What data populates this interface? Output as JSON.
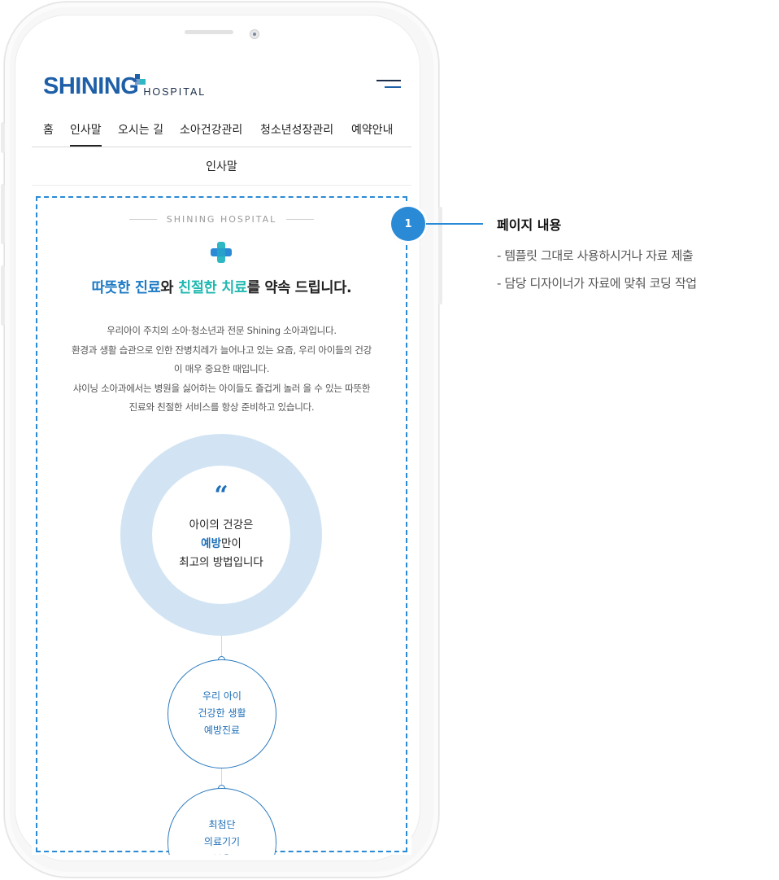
{
  "brand": {
    "name": "SHINING",
    "sub": "HOSPITAL",
    "primary_color": "#1e5fa8",
    "accent_color": "#2fb7c3"
  },
  "header": {
    "menu_icon": "hamburger-menu-icon"
  },
  "nav": {
    "tabs": [
      {
        "label": "홈"
      },
      {
        "label": "인사말",
        "active": true
      },
      {
        "label": "오시는 길"
      },
      {
        "label": "소아건강관리"
      },
      {
        "label": "청소년성장관리"
      },
      {
        "label": "예약안내"
      }
    ]
  },
  "page": {
    "subtitle": "인사말"
  },
  "content": {
    "eyebrow": "SHINING HOSPITAL",
    "cross_icon": "medical-cross-icon",
    "headline": {
      "part1": "따뜻한 진료",
      "part2": "와 ",
      "part3": "친절한 치료",
      "part4": "를 약속 드립니다."
    },
    "intro_lines": [
      "우리아이 주치의 소아·청소년과 전문 Shining 소아과입니다.",
      "환경과 생활 습관으로 인한 잔병치레가 늘어나고 있는 요즘, 우리 아이들의 건강",
      "이 매우 중요한 때입니다.",
      "샤이닝 소아과에서는 병원을 싫어하는 아이들도 즐겁게 놀러 올 수 있는 따뜻한",
      "진료와 친절한 서비스를 항상 준비하고 있습니다."
    ],
    "quote_mark": "“",
    "ring": {
      "line1": "아이의 건강은",
      "line2_accent": "예방",
      "line2_rest": "만이",
      "line3": "최고의 방법입니다"
    },
    "bubbles": [
      {
        "lines": [
          "우리 아이",
          "건강한 생활",
          "예방진료"
        ]
      },
      {
        "lines": [
          "최첨단",
          "의료기기",
          "보유"
        ]
      }
    ]
  },
  "callout": {
    "number": "1",
    "title": "페이지 내용",
    "items": [
      "- 템플릿 그대로 사용하시거나 자료 제출",
      "- 담당 디자이너가 자료에 맞춰 코딩 작업"
    ],
    "color": "#2a8ad6"
  }
}
